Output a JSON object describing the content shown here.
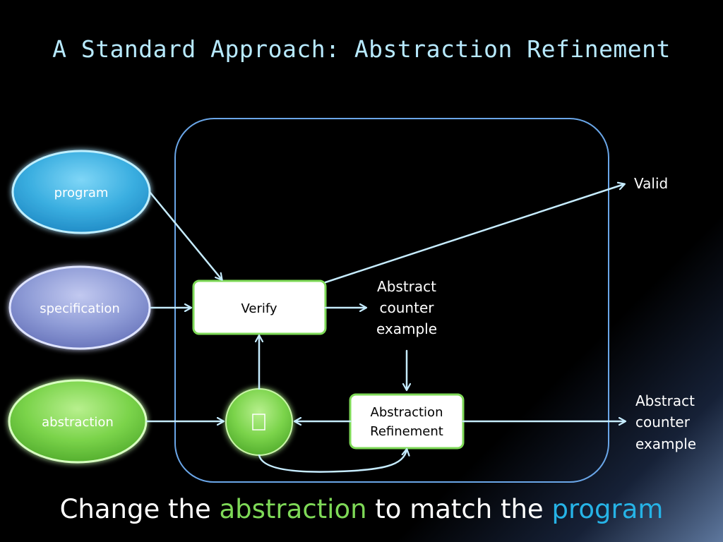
{
  "title": "A Standard Approach: Abstraction Refinement",
  "inputs": {
    "program": "program",
    "specification": "specification",
    "abstraction": "abstraction"
  },
  "nodes": {
    "verify": "Verify",
    "abstract_counter_example": [
      "Abstract",
      "counter",
      "example"
    ],
    "abstraction_refinement": [
      "Abstraction",
      "Refinement"
    ],
    "valid": "Valid",
    "output_counter_example": [
      "Abstract",
      "counter",
      "example"
    ]
  },
  "caption": {
    "part1": "Change the ",
    "highlight1": "abstraction",
    "part2": " to match the ",
    "highlight2": "program"
  },
  "colors": {
    "title": "#b8eaff",
    "program_oval": "#3aaee0",
    "specification_oval": "#8e9bd6",
    "abstraction_oval": "#7ad34a",
    "box_border": "#7ed957",
    "arrows": "#c6ecff",
    "frame": "#6aa6e8",
    "caption_green": "#7ed957",
    "caption_blue": "#26b3e6"
  }
}
